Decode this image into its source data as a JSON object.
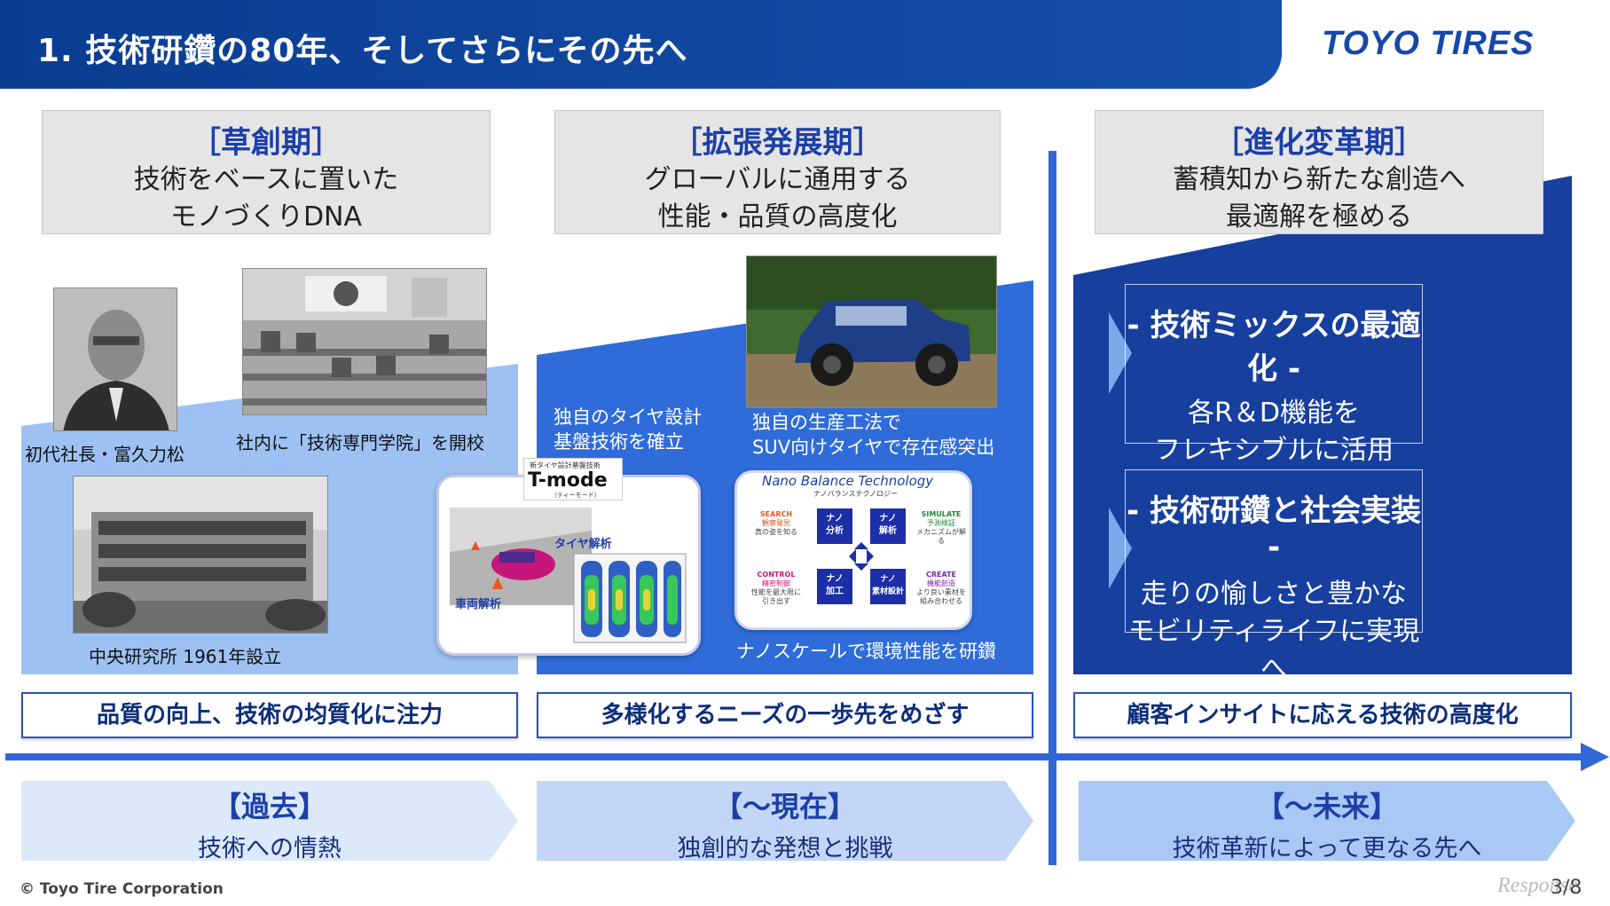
{
  "header": {
    "title": "1. 技術研鑽の80年、そしてさらにその先へ",
    "logo": "TOYO TIRES"
  },
  "phases": [
    {
      "title": "［草創期］",
      "lines": [
        "技術をベースに置いた",
        "モノづくりDNA"
      ]
    },
    {
      "title": "［拡張発展期］",
      "lines": [
        "グローバルに通用する",
        "性能・品質の高度化"
      ]
    },
    {
      "title": "［進化変革期］",
      "lines": [
        "蓄積知から新たな創造へ",
        "最適解を極める"
      ]
    }
  ],
  "founding": {
    "founder_caption": "初代社長・富久力松",
    "school_caption": "社内に「技術専門学院」を開校",
    "lab_caption": "中央研究所 1961年設立"
  },
  "expansion": {
    "tmode_caption": [
      "独自のタイヤ設計",
      "基盤技術を確立"
    ],
    "tmode_logo": "T-mode",
    "tmode_small_title": "新タイヤ設計基盤技術",
    "tmode_reading": "（ティーモード）",
    "tmode_label_tire": "タイヤ解析",
    "tmode_label_vehicle": "車両解析",
    "suv_caption": [
      "独自の生産工法で",
      "SUV向けタイヤで存在感突出"
    ],
    "nano_title": "Nano Balance Technology",
    "nano_subtitle": "ナノバランステクノロジー",
    "nano_cells": [
      "ナノ\n分析",
      "ナノ\n解析",
      "ナノ\n加工",
      "ナノ\n素材設計"
    ],
    "nano_corners": [
      {
        "head": "SEARCH",
        "sub": "観察発見",
        "note": "真の姿を知る"
      },
      {
        "head": "SIMULATE",
        "sub": "予測検証",
        "note": "メカニズムが解る"
      },
      {
        "head": "CONTROL",
        "sub": "精密制御",
        "note": "性能を最大限に引き出す"
      },
      {
        "head": "CREATE",
        "sub": "機能創造",
        "note": "より良い素材を組み合わせる"
      }
    ],
    "nano_caption": "ナノスケールで環境性能を研鑽"
  },
  "future": {
    "box1_title": "- 技術ミックスの最適化 -",
    "box1_lines": [
      "各R＆D機能を",
      "フレキシブルに活用"
    ],
    "box2_title": "- 技術研鑽と社会実装 -",
    "box2_lines": [
      "走りの愉しさと豊かな",
      "モビリティライフに実現へ"
    ]
  },
  "summaries": [
    "品質の向上、技術の均質化に注力",
    "多様化するニーズの一歩先をめざす",
    "顧客インサイトに応える技術の高度化"
  ],
  "eras": [
    {
      "title": "【過去】",
      "subtitle": "技術への情熱"
    },
    {
      "title": "【～現在】",
      "subtitle": "独創的な発想と挑戦"
    },
    {
      "title": "【～未来】",
      "subtitle": "技術革新によって更なる先へ"
    }
  ],
  "footer": {
    "copyright": "© Toyo Tire Corporation",
    "page": "3/8",
    "watermark": "Response."
  },
  "colors": {
    "header_blue": "#0a3d91",
    "accent_blue": "#2f68d6",
    "light_blue": "#9dc1f2",
    "mid_blue": "#2f6cd9",
    "dark_blue": "#173f9e"
  }
}
